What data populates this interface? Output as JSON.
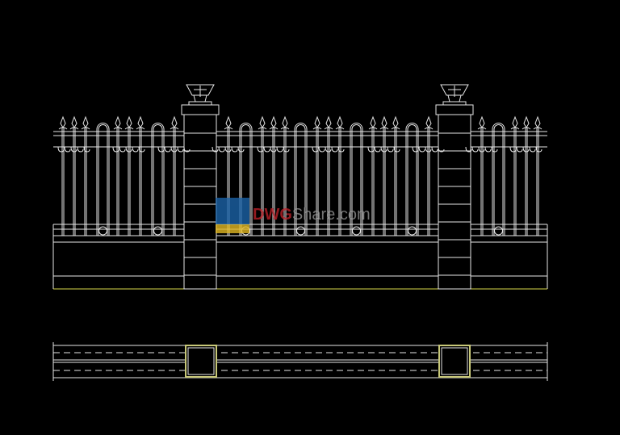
{
  "drawing": {
    "background": "#000000",
    "line_color": "#e6e6e6",
    "ground_line_color": "#d8d84a",
    "pillar_plan_color": "#c8c878",
    "views": [
      "elevation",
      "plan"
    ]
  },
  "watermark": {
    "brand_part": "DWG",
    "rest_part": "Share.com",
    "brand_color": "#c4222a",
    "logo_colors": [
      "#1b63a8",
      "#e2b824"
    ]
  }
}
